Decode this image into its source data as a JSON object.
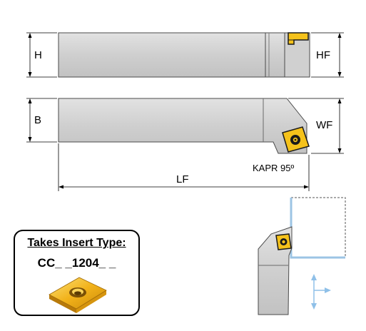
{
  "dimensions": {
    "h": "H",
    "hf": "HF",
    "b": "B",
    "wf": "WF",
    "lf": "LF",
    "kapr": "KAPR 95º"
  },
  "insert_box": {
    "title": "Takes Insert Type:",
    "code": "CC_ _1204_ _"
  },
  "colors": {
    "body_fill": "#d3d3d3",
    "body_stroke": "#4a4a4a",
    "insert_gold": "#f5c21b",
    "insert_dark": "#3a2a00",
    "workpiece_blue": "#9cc4e4",
    "arrow_blue": "#8fc0e8"
  },
  "icons": {
    "insert_thumbnail": "rhombic-insert-icon",
    "feed_arrows": "feed-direction-icon"
  }
}
